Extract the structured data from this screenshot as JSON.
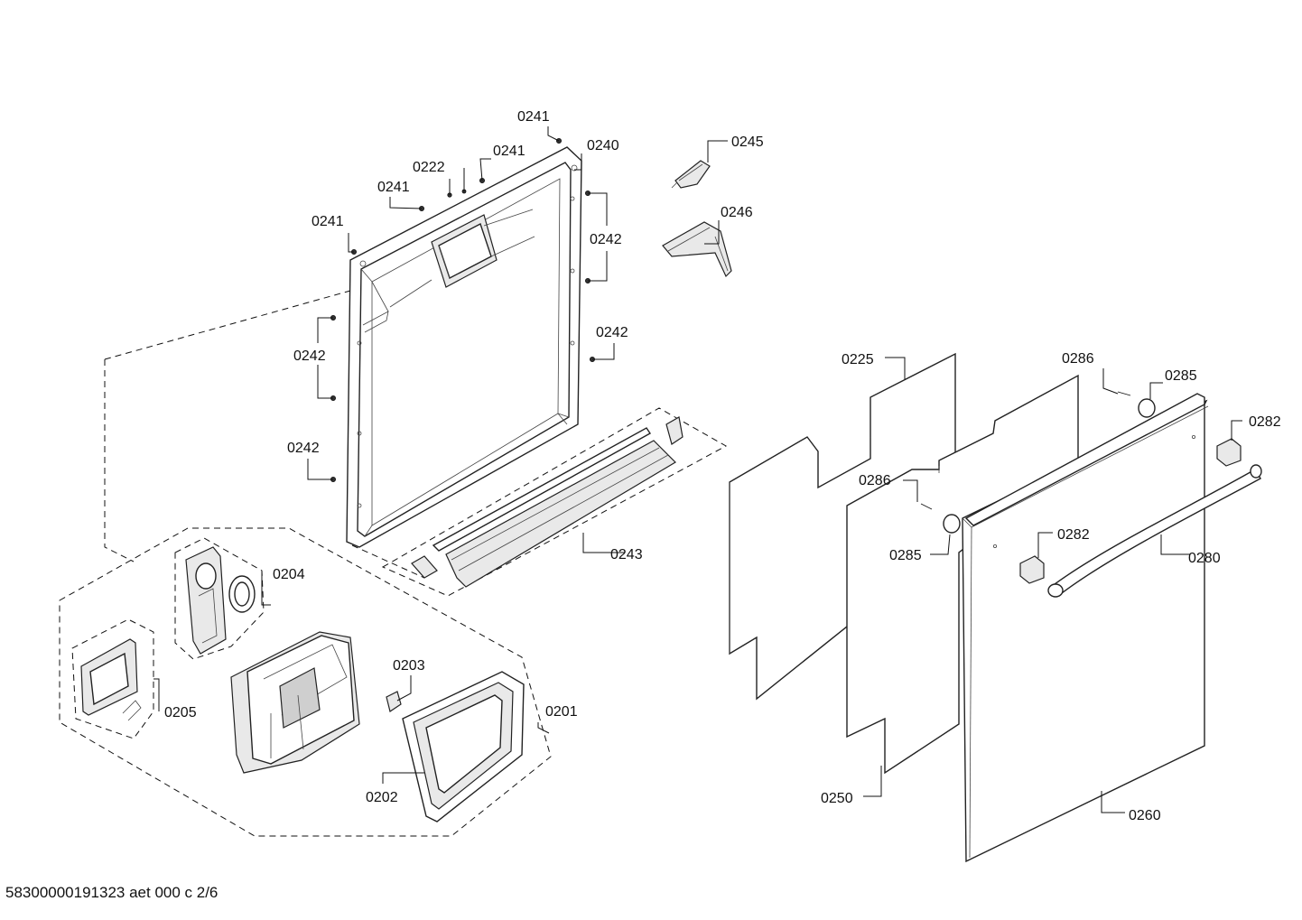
{
  "labels": {
    "p0241_a": "0241",
    "p0241_b": "0241",
    "p0241_c": "0241",
    "p0241_d": "0241",
    "p0222": "0222",
    "p0240": "0240",
    "p0245": "0245",
    "p0246": "0246",
    "p0242_a": "0242",
    "p0242_b": "0242",
    "p0242_c": "0242",
    "p0242_d": "0242",
    "p0243": "0243",
    "p0204": "0204",
    "p0205": "0205",
    "p0203": "0203",
    "p0201": "0201",
    "p0202": "0202",
    "p0225": "0225",
    "p0286_a": "0286",
    "p0286_b": "0286",
    "p0285_a": "0285",
    "p0285_b": "0285",
    "p0282_a": "0282",
    "p0282_b": "0282",
    "p0280": "0280",
    "p0250": "0250",
    "p0260": "0260"
  },
  "footer": "58300000191323 aet 000 c 2/6"
}
